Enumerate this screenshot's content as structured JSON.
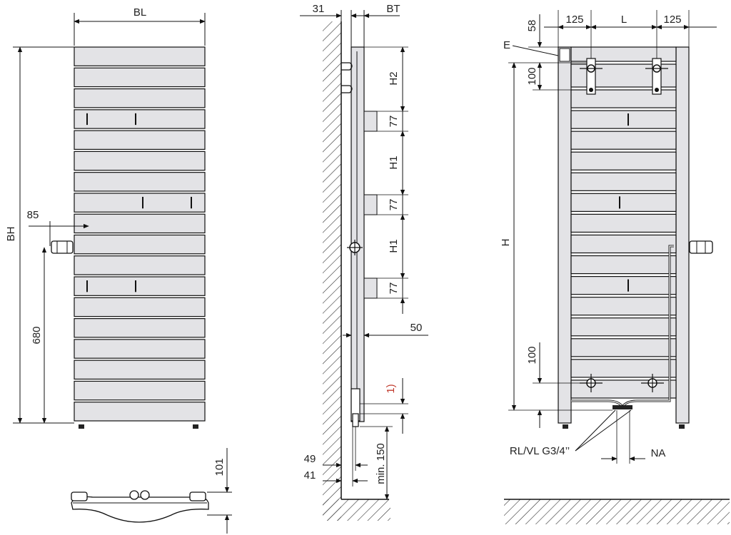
{
  "front_view": {
    "width_label": "BL",
    "height_label": "BH",
    "side_offset_label": "85",
    "connection_height_label": "680",
    "bottom_clearance_label": "101"
  },
  "side_view": {
    "wall_gap_label": "31",
    "depth_label": "BT",
    "h2_label": "H2",
    "bar_height_label_1": "77",
    "h1_label_1": "H1",
    "bar_height_label_2": "77",
    "h1_label_2": "H1",
    "bar_height_label_3": "77",
    "offset_50_label": "50",
    "footnote_label": "1)",
    "floor_min_label": "min. 150",
    "dist_49_label": "49",
    "dist_41_label": "41"
  },
  "back_view": {
    "edge_left_label": "125",
    "center_label": "L",
    "edge_right_label": "125",
    "top_58_label": "58",
    "e_label": "E",
    "top_100_label": "100",
    "height_label": "H",
    "bottom_100_label": "100",
    "connection_label": "RL/VL G3/4’’",
    "na_label": "NA"
  },
  "colors": {
    "panel_fill": "#e3e3e6",
    "line": "#1a1a1a",
    "footnote": "#c0392b"
  }
}
